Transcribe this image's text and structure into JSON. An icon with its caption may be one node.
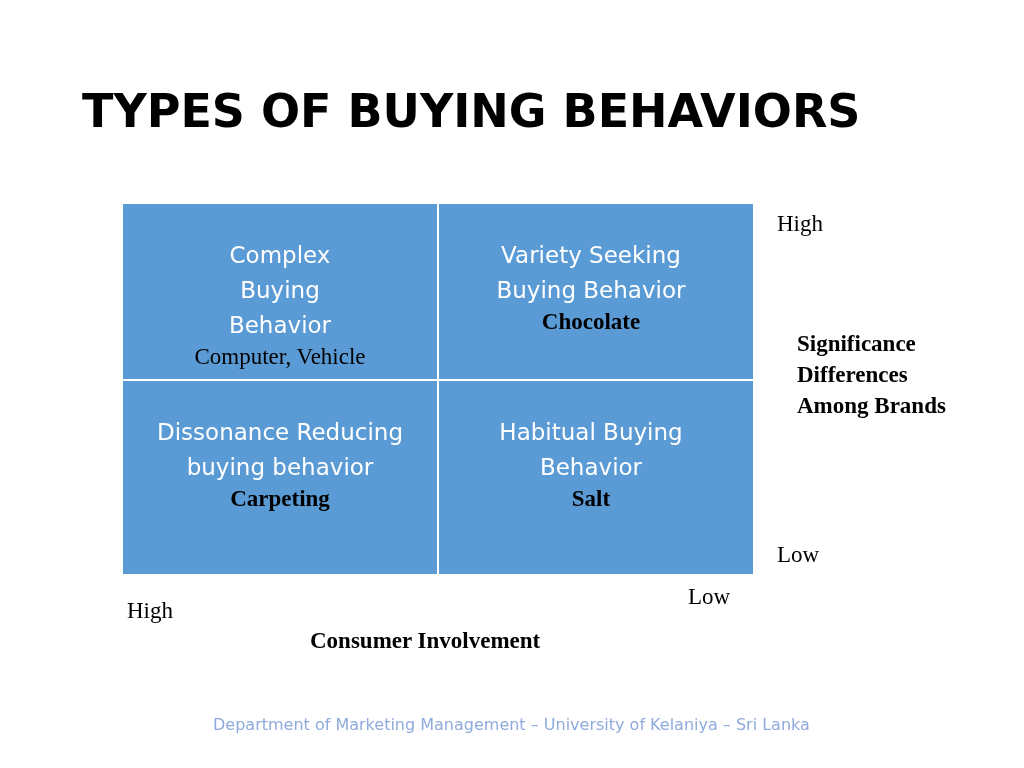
{
  "diagram": {
    "title": "TYPES OF BUYING BEHAVIORS",
    "nodes": [
      {
        "text": [
          "Complex Buying Behavior",
          "Computer, Vehicle"
        ]
      },
      {
        "text": [
          "Variety Seeking Buying Behavior",
          "Chocolate"
        ]
      },
      {
        "text": [
          "Dissonance Reducing buying behavior",
          "Carpeting"
        ]
      },
      {
        "text": [
          "Habitual Buying Behavior",
          "Salt"
        ]
      }
    ],
    "labels": [
      "High",
      "Significance Differences Among Brands",
      "Low",
      "Low",
      "High",
      "Consumer Involvement",
      "Department of Marketing Management – University of Kelaniya – Sri Lanka"
    ]
  }
}
